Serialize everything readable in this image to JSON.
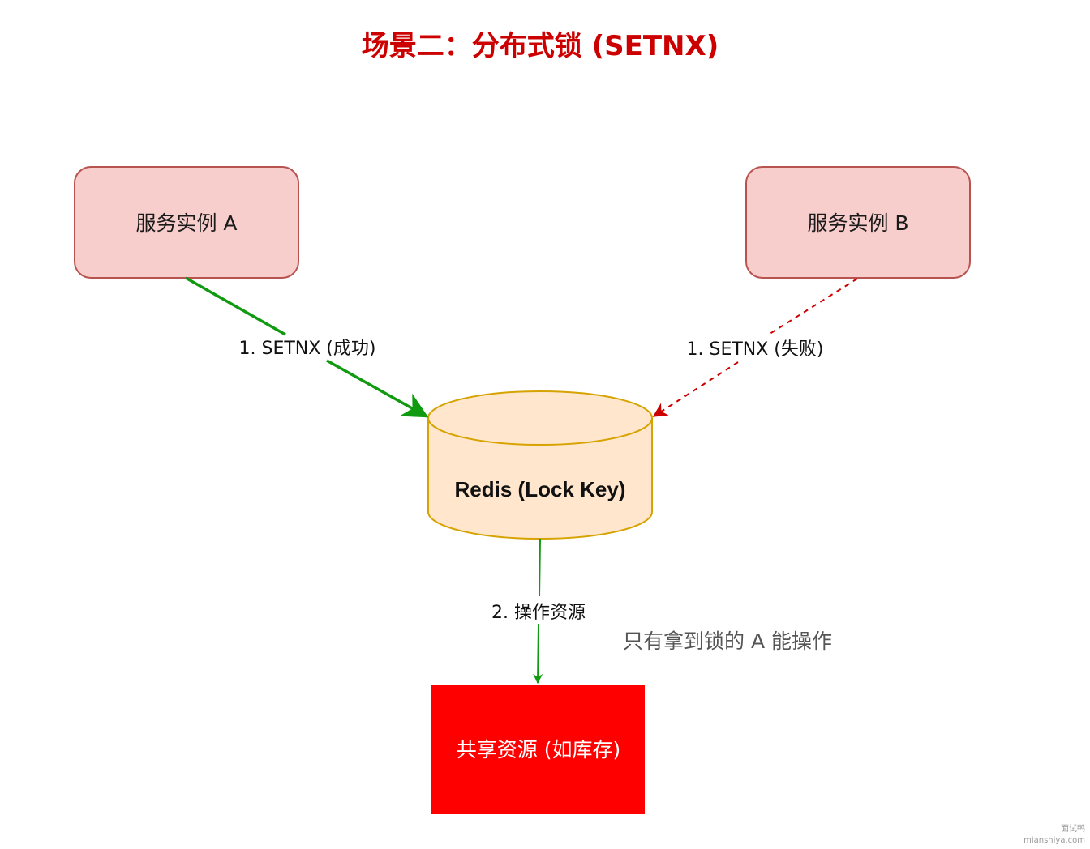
{
  "title": "场景二：分布式锁 (SETNX)",
  "nodes": {
    "service_a": {
      "label": "服务实例 A"
    },
    "service_b": {
      "label": "服务实例 B"
    },
    "redis": {
      "label": "Redis (Lock Key)"
    },
    "resource": {
      "label": "共享资源 (如库存)"
    }
  },
  "edges": {
    "a_to_redis": {
      "label": "1. SETNX (成功)",
      "status": "success"
    },
    "b_to_redis": {
      "label": "1. SETNX (失败)",
      "status": "failure"
    },
    "redis_to_resource": {
      "label": "2. 操作资源"
    }
  },
  "note": "只有拿到锁的 A 能操作",
  "watermark": {
    "line1": "面试鸭",
    "line2": "mianshiya.com"
  },
  "colors": {
    "title": "#cc0000",
    "service_fill": "#f8cecc",
    "service_stroke": "#b85450",
    "redis_fill": "#ffe6cc",
    "redis_stroke": "#d6a300",
    "resource_fill": "#ff0000",
    "resource_text": "#ffffff",
    "success_edge": "#109a10",
    "failure_edge": "#cc0000"
  }
}
